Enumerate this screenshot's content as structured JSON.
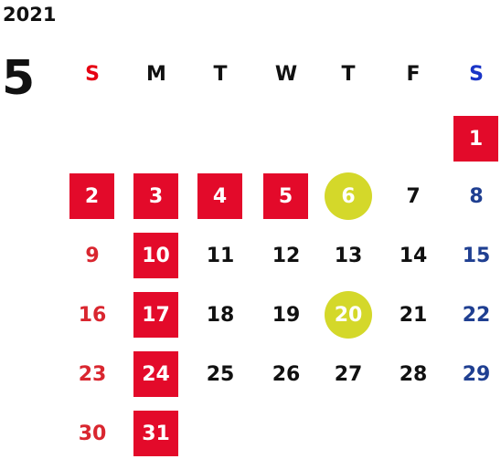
{
  "calendar": {
    "year": "2021",
    "month": "5",
    "weekdays": [
      {
        "label": "S",
        "type": "sun"
      },
      {
        "label": "M",
        "type": ""
      },
      {
        "label": "T",
        "type": ""
      },
      {
        "label": "W",
        "type": ""
      },
      {
        "label": "T",
        "type": ""
      },
      {
        "label": "F",
        "type": ""
      },
      {
        "label": "S",
        "type": "sat"
      }
    ],
    "days": [
      {
        "label": "1",
        "week": 0,
        "dow": 6,
        "style": "holiday"
      },
      {
        "label": "2",
        "week": 1,
        "dow": 0,
        "style": "holiday"
      },
      {
        "label": "3",
        "week": 1,
        "dow": 1,
        "style": "holiday"
      },
      {
        "label": "4",
        "week": 1,
        "dow": 2,
        "style": "holiday"
      },
      {
        "label": "5",
        "week": 1,
        "dow": 3,
        "style": "holiday"
      },
      {
        "label": "6",
        "week": 1,
        "dow": 4,
        "style": "special"
      },
      {
        "label": "7",
        "week": 1,
        "dow": 5,
        "style": ""
      },
      {
        "label": "8",
        "week": 1,
        "dow": 6,
        "style": ""
      },
      {
        "label": "9",
        "week": 2,
        "dow": 0,
        "style": ""
      },
      {
        "label": "10",
        "week": 2,
        "dow": 1,
        "style": "holiday"
      },
      {
        "label": "11",
        "week": 2,
        "dow": 2,
        "style": ""
      },
      {
        "label": "12",
        "week": 2,
        "dow": 3,
        "style": ""
      },
      {
        "label": "13",
        "week": 2,
        "dow": 4,
        "style": ""
      },
      {
        "label": "14",
        "week": 2,
        "dow": 5,
        "style": ""
      },
      {
        "label": "15",
        "week": 2,
        "dow": 6,
        "style": ""
      },
      {
        "label": "16",
        "week": 3,
        "dow": 0,
        "style": ""
      },
      {
        "label": "17",
        "week": 3,
        "dow": 1,
        "style": "holiday"
      },
      {
        "label": "18",
        "week": 3,
        "dow": 2,
        "style": ""
      },
      {
        "label": "19",
        "week": 3,
        "dow": 3,
        "style": ""
      },
      {
        "label": "20",
        "week": 3,
        "dow": 4,
        "style": "special"
      },
      {
        "label": "21",
        "week": 3,
        "dow": 5,
        "style": ""
      },
      {
        "label": "22",
        "week": 3,
        "dow": 6,
        "style": ""
      },
      {
        "label": "23",
        "week": 4,
        "dow": 0,
        "style": ""
      },
      {
        "label": "24",
        "week": 4,
        "dow": 1,
        "style": "holiday"
      },
      {
        "label": "25",
        "week": 4,
        "dow": 2,
        "style": ""
      },
      {
        "label": "26",
        "week": 4,
        "dow": 3,
        "style": ""
      },
      {
        "label": "27",
        "week": 4,
        "dow": 4,
        "style": ""
      },
      {
        "label": "28",
        "week": 4,
        "dow": 5,
        "style": ""
      },
      {
        "label": "29",
        "week": 4,
        "dow": 6,
        "style": ""
      },
      {
        "label": "30",
        "week": 5,
        "dow": 0,
        "style": ""
      },
      {
        "label": "31",
        "week": 5,
        "dow": 1,
        "style": "holiday"
      }
    ]
  }
}
